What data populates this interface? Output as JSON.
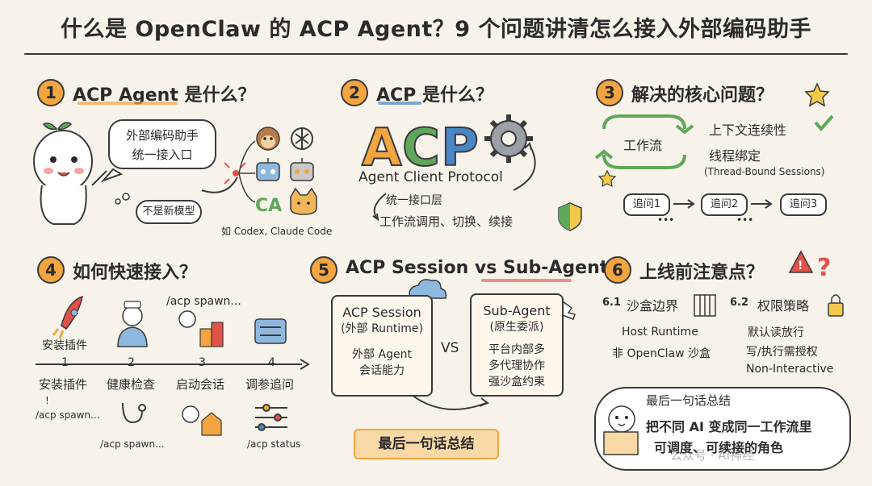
{
  "title": "什么是 OpenClaw 的 ACP Agent？9 个问题讲清怎么接入外部编码助手",
  "s1": {
    "num": "1",
    "title": "ACP Agent 是什么？",
    "bubble_line1": "外部编码助手",
    "bubble_line2": "统一接入口",
    "thought": "不是新模型",
    "caption": "如 Codex, Claude Code"
  },
  "s2": {
    "num": "2",
    "title": "ACP 是什么？",
    "logo": "ACP",
    "full_name": "Agent Client Protocol",
    "layer": "统一接口层",
    "features": "工作流调用、切换、续接"
  },
  "s3": {
    "num": "3",
    "title": "解决的核心问题？",
    "workflow": "工作流",
    "context": "上下文连续性",
    "binding": "线程绑定",
    "binding_en": "(Thread-Bound Sessions)",
    "followups": [
      "追问1",
      "追问2",
      "追问3"
    ]
  },
  "s4": {
    "num": "4",
    "title": "如何快速接入？",
    "steps": [
      "安装插件",
      "健康检查",
      "启动会话",
      "调参追问"
    ],
    "step_nums": [
      "1",
      "2",
      "3",
      "4"
    ],
    "top_label_1": "安装插件",
    "top_cmd": "/acp spawn...",
    "cmd_1": "/acp spawn...",
    "cmd_2": "/acp spawn...",
    "cmd_4": "/acp status",
    "bang": "!"
  },
  "s5": {
    "num": "5",
    "title": "ACP Session vs Sub-Agent",
    "left_title": "ACP Session",
    "left_sub": "(外部 Runtime)",
    "left_body1": "外部 Agent",
    "left_body2": "会话能力",
    "vs": "VS",
    "right_title": "Sub-Agent",
    "right_sub": "(原生委派)",
    "right_body1": "平台内部多",
    "right_body2": "多代理协作",
    "right_body3": "强沙盒约束",
    "summary": "最后一句话总结"
  },
  "s6": {
    "num": "6",
    "title": "上线前注意点？",
    "p1_num": "6.1",
    "p1_title": "沙盒边界",
    "p1_line1": "Host Runtime",
    "p1_line2": "非 OpenClaw 沙盒",
    "p2_num": "6.2",
    "p2_title": "权限策略",
    "p2_line1": "默认读放行",
    "p2_line2": "写/执行需授权",
    "p2_line3": "Non-Interactive"
  },
  "final": {
    "title": "最后一句话总结",
    "line1": "把不同 AI 变成同一工作流里",
    "line2": "可调度、可续接的角色"
  },
  "watermark": "公众号 · AI神经",
  "colors": {
    "orange": "#f2a541",
    "blue": "#4a86c5",
    "green": "#5fa85a",
    "red": "#e0524a",
    "cream": "#f7f3ea",
    "ink": "#2b2b2b"
  }
}
